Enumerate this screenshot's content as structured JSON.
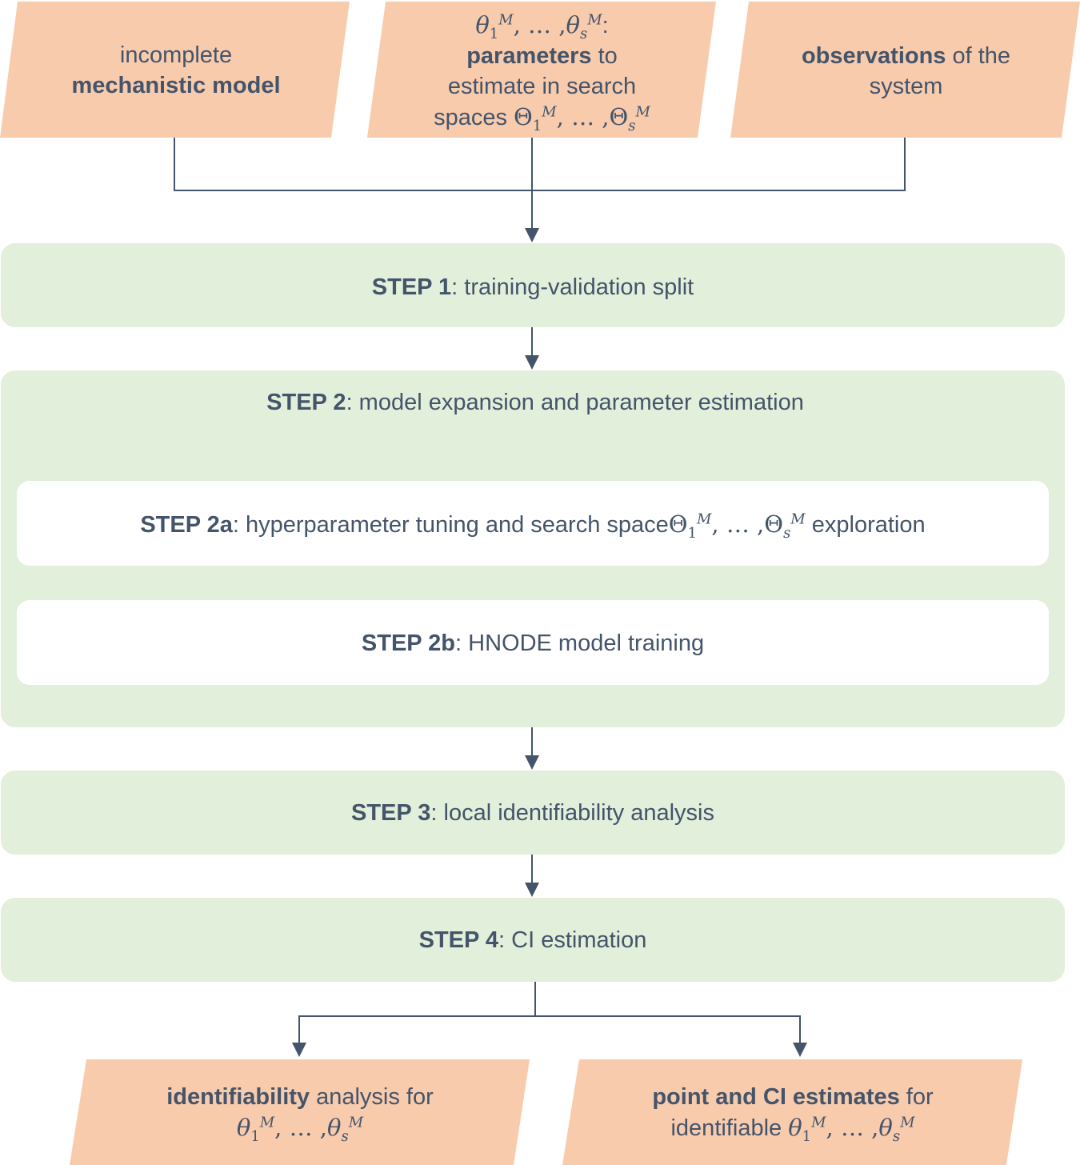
{
  "inputs": {
    "mechanistic_model": {
      "line1": "incomplete",
      "line2": "mechanistic model"
    },
    "parameters": {
      "symbol_a": "θ",
      "sub_a": "1",
      "sup_a": "M",
      "ellipsis": ", … ,",
      "symbol_b": "θ",
      "sub_b": "s",
      "sup_b": "M",
      "colon": ":",
      "bold": "parameters",
      "rest1": " to",
      "line3": "estimate in search",
      "line4_prefix": "spaces ",
      "space_a": "Θ",
      "space_b": "Θ"
    },
    "observations": {
      "bold": "observations",
      "rest": " of the",
      "line2": "system"
    }
  },
  "steps": {
    "step1": {
      "bold": "STEP 1",
      "text": ": training-validation split"
    },
    "step2": {
      "bold": "STEP 2",
      "text": ": model expansion and parameter estimation"
    },
    "step2a": {
      "bold": "STEP 2a",
      "text": ": hyperparameter tuning and search space",
      "space_a": "Θ",
      "sub_a": "1",
      "sup_a": "M",
      "ellipsis": ", … ,",
      "space_b": "Θ",
      "sub_b": "s",
      "sup_b": "M",
      "tail": " exploration"
    },
    "step2b": {
      "bold": "STEP 2b",
      "text": ": HNODE model training"
    },
    "step3": {
      "bold": "STEP 3",
      "text": ": local identifiability analysis"
    },
    "step4": {
      "bold": "STEP 4",
      "text": ": CI estimation"
    }
  },
  "outputs": {
    "identifiability": {
      "bold": "identifiability",
      "rest": " analysis for",
      "symbol_a": "θ",
      "sub_a": "1",
      "sup_a": "M",
      "ellipsis": ", … ,",
      "symbol_b": "θ",
      "sub_b": "s",
      "sup_b": "M"
    },
    "estimates": {
      "bold": "point and CI estimates",
      "rest": " for",
      "line2_prefix": "identifiable ",
      "symbol_a": "θ",
      "sub_a": "1",
      "sup_a": "M",
      "ellipsis": ", … ,",
      "symbol_b": "θ",
      "sub_b": "s",
      "sup_b": "M"
    }
  },
  "colors": {
    "input_fill": "#f8cbad",
    "step_fill": "#e2efda",
    "substep_fill": "#ffffff",
    "text": "#44546a",
    "connector": "#44546a"
  }
}
